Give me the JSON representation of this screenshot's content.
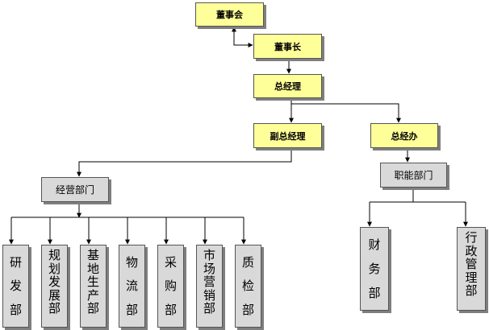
{
  "board": "董事会",
  "chairman": "董事长",
  "gm": "总经理",
  "vice_gm": "副总经理",
  "gm_office": "总经办",
  "ops_dept": "经营部门",
  "func_dept": "职能部门",
  "ops_units": [
    "研发部",
    "规划发展部",
    "基地生产部",
    "物流部",
    "采购部",
    "市场营销部",
    "质检部"
  ],
  "func_units": [
    "财务部",
    "行政管理部"
  ]
}
